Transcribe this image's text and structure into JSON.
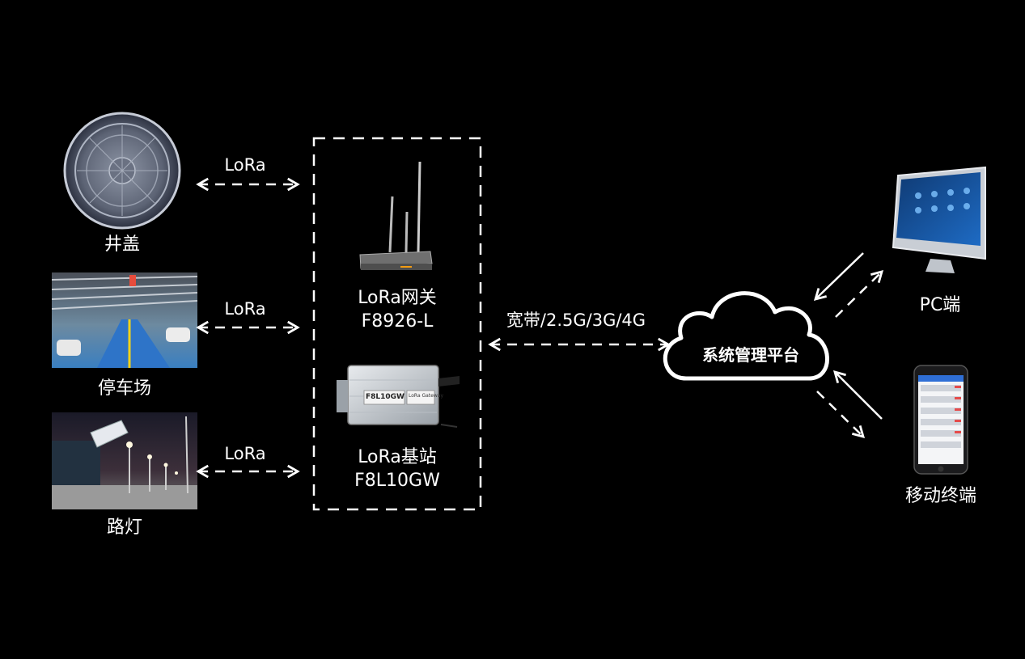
{
  "devices": {
    "manhole": {
      "label": "井盖",
      "link": "LoRa"
    },
    "parking": {
      "label": "停车场",
      "link": "LoRa"
    },
    "streetlight": {
      "label": "路灯",
      "link": "LoRa"
    }
  },
  "gateway": {
    "name": "LoRa网关",
    "model": "F8926-L"
  },
  "basestation": {
    "name": "LoRa基站",
    "model": "F8L10GW",
    "device_text": "F8L10GW",
    "sticker_text": "LoRa Gateway"
  },
  "uplink": {
    "label": "宽带/2.5G/3G/4G"
  },
  "platform": {
    "label": "系统管理平台"
  },
  "terminals": {
    "pc": "PC端",
    "mobile": "移动终端"
  }
}
